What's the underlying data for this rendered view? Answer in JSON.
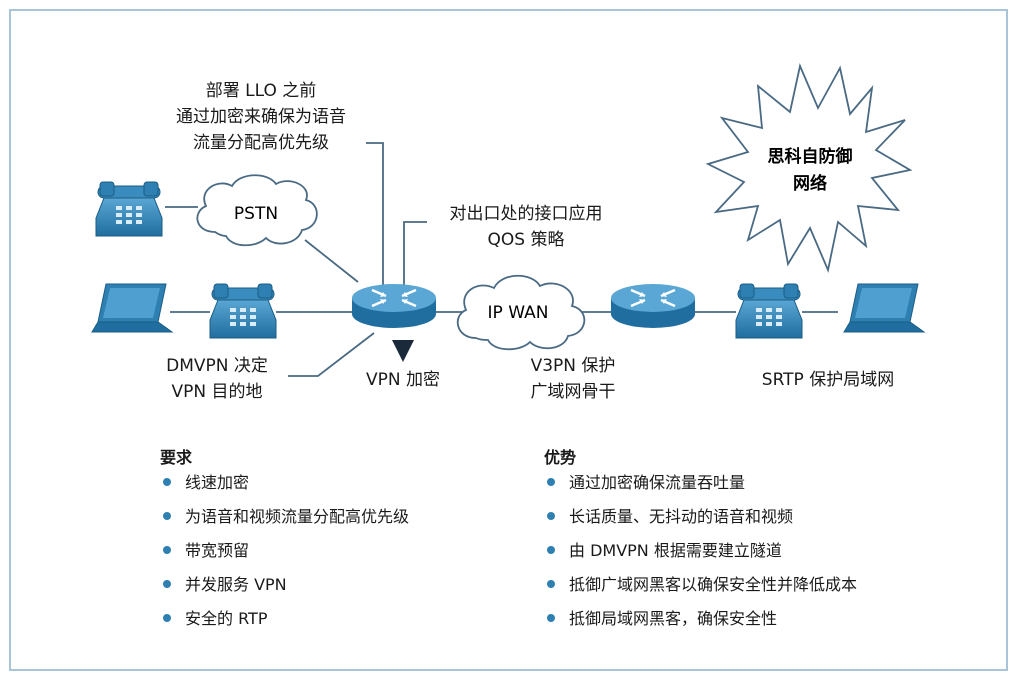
{
  "colors": {
    "frame": "#a9c4d6",
    "device": "#2e7fb2",
    "line": "#4a6a84",
    "bullet": "#2e7fb2"
  },
  "icons": [
    "phone-icon",
    "laptop-icon",
    "router-icon",
    "cloud-icon",
    "starburst-icon",
    "arrow-down-icon"
  ],
  "diagram": {
    "pstn_cloud": "PSTN",
    "ipwan_cloud": "IP WAN",
    "starburst_lines": [
      "思科自防御",
      "网络"
    ],
    "callout_llo_lines": [
      "部署 LLO 之前",
      "通过加密来确保为语音",
      "流量分配高优先级"
    ],
    "callout_qos_lines": [
      "对出口处的接口应用",
      "QOS 策略"
    ],
    "label_dmvpn_lines": [
      "DMVPN 决定",
      "VPN 目的地"
    ],
    "label_vpn_encrypt": "VPN 加密",
    "label_v3pn_lines": [
      "V3PN 保护",
      "广域网骨干"
    ],
    "label_srtp": "SRTP 保护局域网"
  },
  "requirements": {
    "title": "要求",
    "items": [
      "线速加密",
      "为语音和视频流量分配高优先级",
      "带宽预留",
      "并发服务 VPN",
      "安全的 RTP"
    ]
  },
  "benefits": {
    "title": "优势",
    "items": [
      "通过加密确保流量吞吐量",
      "长话质量、无抖动的语音和视频",
      "由 DMVPN 根据需要建立隧道",
      "抵御广域网黑客以确保安全性并降低成本",
      "抵御局域网黑客，确保安全性"
    ]
  }
}
